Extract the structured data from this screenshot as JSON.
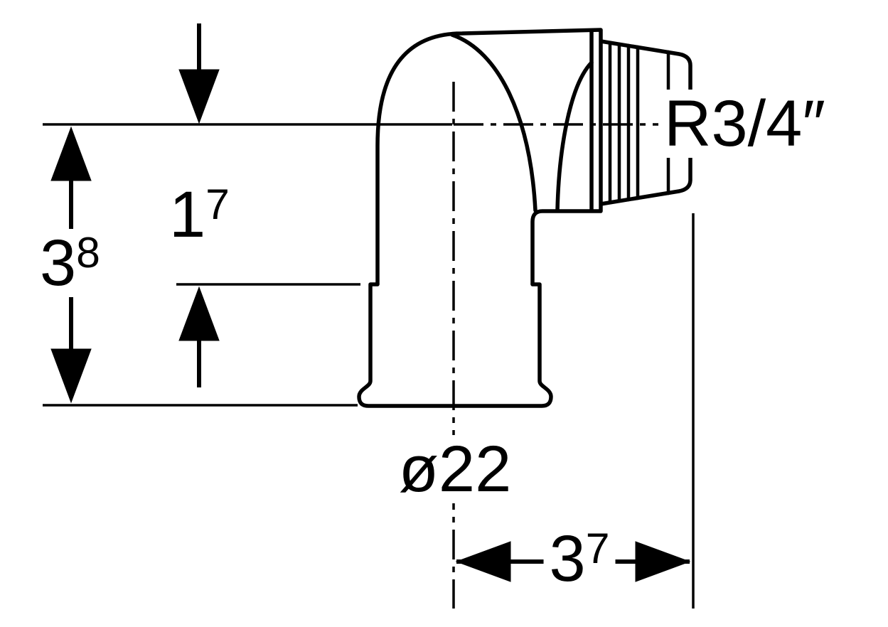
{
  "drawing": {
    "background_color": "#ffffff",
    "line_color": "#000000",
    "labels": {
      "height_total": {
        "value": "3",
        "sup": "8"
      },
      "height_upper": {
        "value": "1",
        "sup": "7"
      },
      "width": {
        "value": "3",
        "sup": "7"
      },
      "diameter": "ø22",
      "thread": "R3/4″"
    }
  }
}
